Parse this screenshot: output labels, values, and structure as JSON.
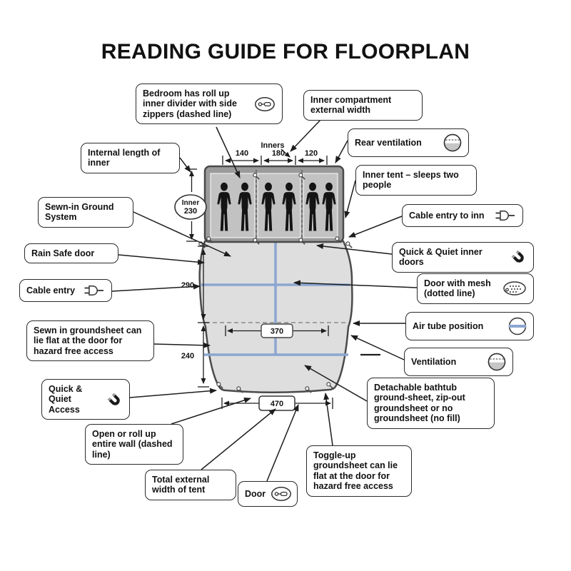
{
  "title": "READING GUIDE FOR FLOORPLAN",
  "callouts": [
    {
      "id": "bedroom-divider",
      "text": "Bedroom has roll up inner divider with side zippers (dashed line)",
      "icon": "zipper"
    },
    {
      "id": "inner-compartment-width",
      "text": "Inner compartment external width"
    },
    {
      "id": "rear-ventilation",
      "text": "Rear ventilation",
      "icon": "vent"
    },
    {
      "id": "internal-length",
      "text": "Internal length of inner"
    },
    {
      "id": "inner-tent",
      "text": "Inner tent – sleeps two people"
    },
    {
      "id": "sewn-in-ground",
      "text": "Sewn-in Ground System"
    },
    {
      "id": "cable-entry-inner",
      "text": "Cable entry to inn",
      "icon": "plug"
    },
    {
      "id": "rain-safe-door",
      "text": "Rain Safe door"
    },
    {
      "id": "quick-quiet-inner-doors",
      "text": "Quick & Quiet inner doors",
      "icon": "magnet"
    },
    {
      "id": "cable-entry",
      "text": "Cable entry",
      "icon": "plug"
    },
    {
      "id": "door-with-mesh",
      "text": "Door with mesh (dotted line)",
      "icon": "mesh"
    },
    {
      "id": "air-tube-position",
      "text": "Air tube position",
      "icon": "airtube"
    },
    {
      "id": "sewn-in-groundsheet",
      "text": "Sewn in groundsheet can lie flat at the door for hazard free access"
    },
    {
      "id": "ventilation",
      "text": "Ventilation",
      "icon": "vent"
    },
    {
      "id": "quick-quiet-access",
      "text": "Quick & Quiet Access",
      "icon": "magnet"
    },
    {
      "id": "detachable-bathtub",
      "text": "Detachable bathtub ground-sheet, zip-out groundsheet or no groundsheet (no fill)"
    },
    {
      "id": "open-roll-wall",
      "text": "Open or roll up entire wall (dashed line)"
    },
    {
      "id": "total-external-width",
      "text": "Total external width of tent"
    },
    {
      "id": "door",
      "text": "Door",
      "icon": "zipper"
    },
    {
      "id": "toggle-up-groundsheet",
      "text": "Toggle-up groundsheet can lie flat at the door for hazard free access"
    }
  ],
  "floorplan": {
    "inners_label": "Inners",
    "inner_widths": [
      "140",
      "180",
      "120"
    ],
    "inner_label": "Inner",
    "inner_length": "230",
    "body_length_upper": "290",
    "body_length_lower": "240",
    "door_width": "370",
    "total_width": "470"
  },
  "colors": {
    "air_tube": "#8ba6d0",
    "tent_fill": "#dedede",
    "bedroom_fill": "#9b9b9b",
    "compartment_fill": "#c2c2c2",
    "outline": "#4a4a4a"
  }
}
